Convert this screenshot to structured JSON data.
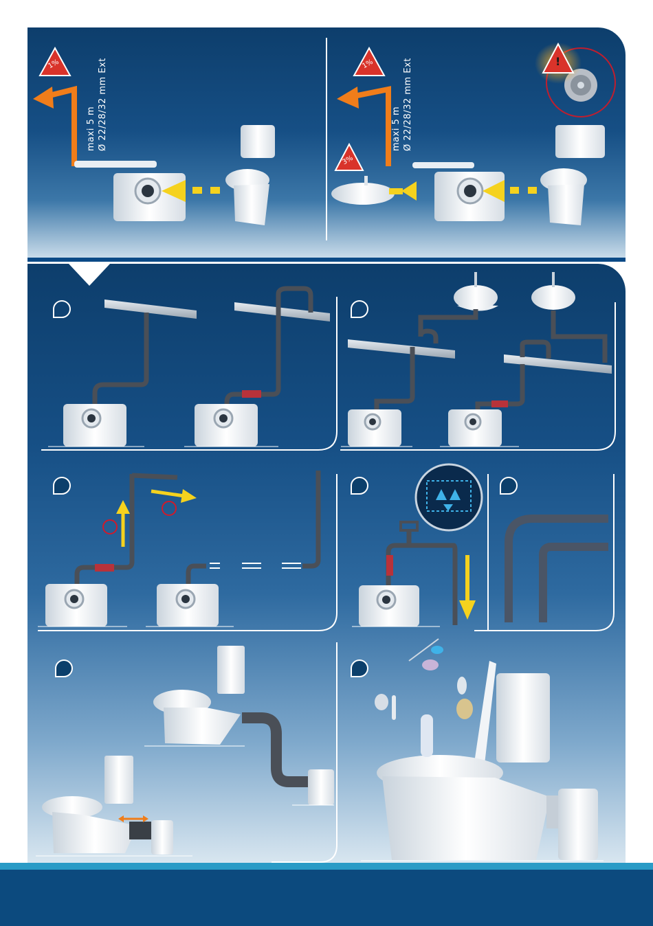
{
  "top_left": {
    "warning_slope": "1%",
    "max_length": "maxi 5 m",
    "diameter": "Ø 22/28/32 mm Ext"
  },
  "top_right": {
    "warning_slope": "1%",
    "basin_slope": "3%",
    "max_length": "maxi 5 m",
    "diameter": "Ø 22/28/32 mm Ext",
    "alert_mark": "!"
  },
  "colors": {
    "panel_dark": "#0d3e6c",
    "arrow_orange": "#f07d1a",
    "arrow_yellow": "#f5d21e",
    "pipe_gray": "#4a4f57",
    "footer": "#0c4a7e",
    "stripe": "#2a9bc6"
  },
  "icons": [
    "warning-triangle-icon",
    "drain-grate-icon",
    "valve-icon",
    "no-entry-circle-icon"
  ]
}
